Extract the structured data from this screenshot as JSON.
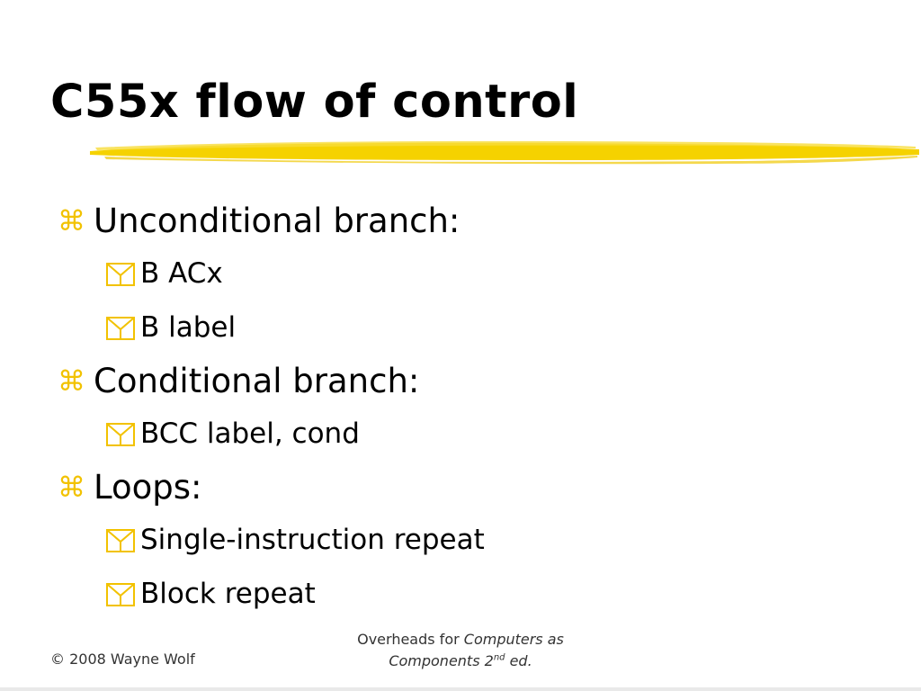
{
  "slide": {
    "title": "C55x flow of control",
    "accent_color": "#f5d200",
    "bullets": [
      {
        "text": "Unconditional branch:",
        "icon": "command-key-icon",
        "sub": [
          {
            "text": "B ACx",
            "icon": "checkbox-y-icon"
          },
          {
            "text": "B label",
            "icon": "checkbox-y-icon"
          }
        ]
      },
      {
        "text": "Conditional branch:",
        "icon": "command-key-icon",
        "sub": [
          {
            "text": "BCC label, cond",
            "icon": "checkbox-y-icon"
          }
        ]
      },
      {
        "text": "Loops:",
        "icon": "command-key-icon",
        "sub": [
          {
            "text": "Single-instruction repeat",
            "icon": "checkbox-y-icon"
          },
          {
            "text": "Block repeat",
            "icon": "checkbox-y-icon"
          }
        ]
      }
    ]
  },
  "footer": {
    "copyright": "© 2008 Wayne Wolf",
    "overheads_prefix": "Overheads for ",
    "book_title_line1": "Computers as",
    "book_title_line2": "Components 2",
    "edition_sup": "nd",
    "edition_suffix": " ed."
  }
}
